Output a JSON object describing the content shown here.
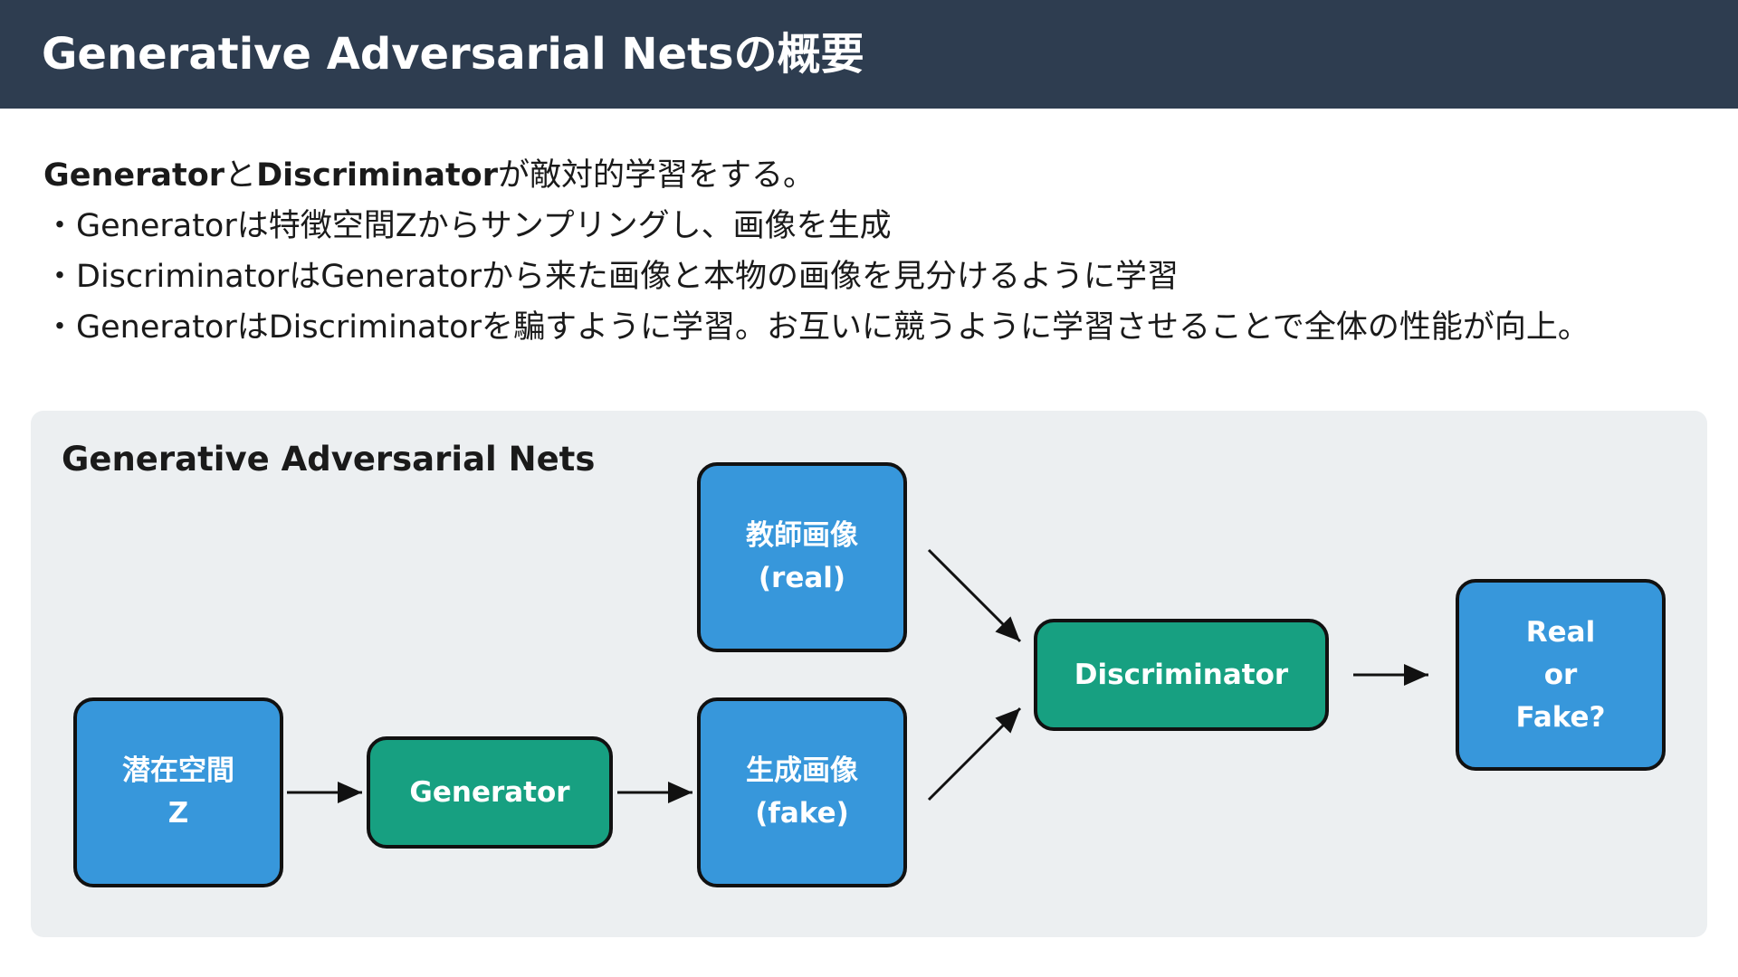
{
  "header": {
    "title": "Generative Adversarial Netsの概要"
  },
  "intro": {
    "lead_bold_1": "Generator",
    "lead_text_1": "と",
    "lead_bold_2": "Discriminator",
    "lead_text_2": "が敵対的学習をする。",
    "bullet_symbol": "・",
    "bullets": [
      "Generatorは特徴空間Zからサンプリングし、画像を生成",
      "DiscriminatorはGeneratorから来た画像と本物の画像を見分けるように学習",
      "GeneratorはDiscriminatorを騙すように学習。お互いに競うように学習させることで全体の性能が向上。"
    ]
  },
  "diagram": {
    "title": "Generative Adversarial Nets",
    "colors": {
      "input_node": "#3797db",
      "network_node": "#17a081",
      "panel_background": "#eceff1",
      "header_background": "#2e3d50"
    },
    "nodes": {
      "latent": {
        "line1": "潜在空間",
        "line2": "Z"
      },
      "generator": {
        "label": "Generator"
      },
      "fake": {
        "line1": "生成画像",
        "line2": "(fake)"
      },
      "real": {
        "line1": "教師画像",
        "line2": "(real)"
      },
      "discriminator": {
        "label": "Discriminator"
      },
      "output": {
        "line1": "Real",
        "line2": "or",
        "line3": "Fake?"
      }
    }
  }
}
